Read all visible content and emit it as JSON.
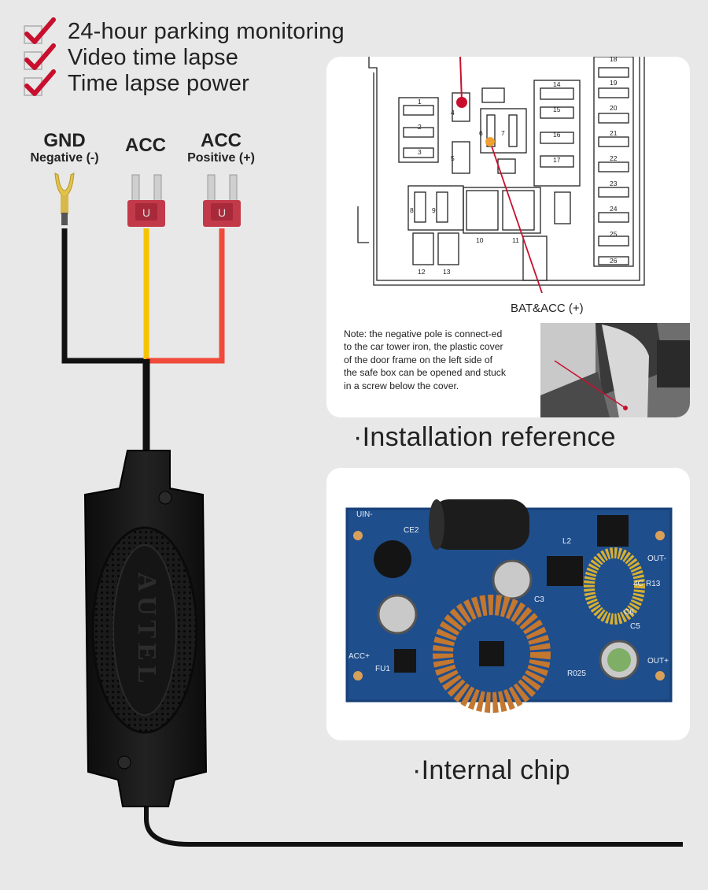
{
  "features": [
    {
      "label": "24-hour parking monitoring"
    },
    {
      "label": "Video time lapse"
    },
    {
      "label": "Time lapse power"
    }
  ],
  "wires": {
    "gnd": {
      "title": "GND",
      "subtitle": "Negative (-)"
    },
    "acc": {
      "title": "ACC"
    },
    "acc_pos": {
      "title": "ACC",
      "subtitle": "Positive (+)"
    }
  },
  "module": {
    "logo_text": "AUTEL"
  },
  "installation": {
    "caption": "·Installation reference",
    "fuse_label": "BAT&ACC (+)",
    "fuse_numbers": [
      "1",
      "2",
      "3",
      "4",
      "5",
      "6",
      "7",
      "8",
      "9",
      "10",
      "11",
      "12",
      "13",
      "14",
      "15",
      "16",
      "17",
      "18",
      "19",
      "20",
      "21",
      "22",
      "23",
      "24",
      "25",
      "26"
    ],
    "note": "Note: the negative pole is connect-ed to the car tower iron, the plastic cover of the door frame on the left side of the safe box can be opened and stuck in a screw below the cover."
  },
  "chip": {
    "caption": "·Internal chip",
    "labels": [
      "UIN-",
      "CE2",
      "L2",
      "OUT-",
      "R13",
      "4C",
      "C6",
      "C5",
      "C3",
      "ACC+",
      "FU1",
      "R025",
      "OUT+"
    ]
  },
  "colors": {
    "accent_red": "#c8102e",
    "wire_black": "#111111",
    "wire_yellow": "#f5c400",
    "wire_red": "#f04a3a",
    "fuse_red": "#c23a4a",
    "pcb_blue": "#1f4e8c",
    "background": "#e8e8e8"
  }
}
